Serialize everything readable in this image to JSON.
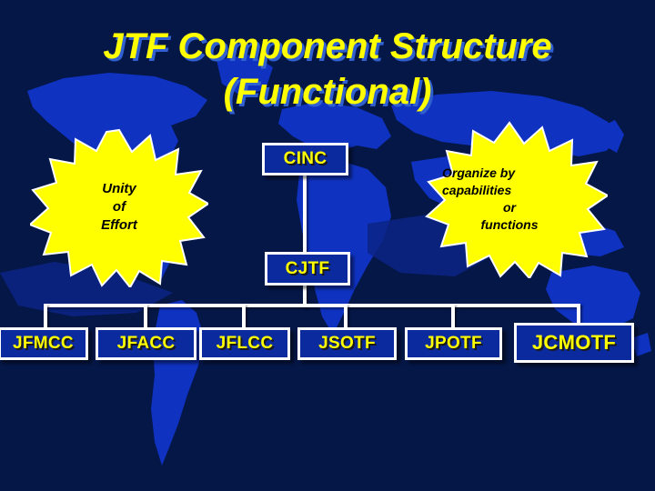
{
  "slide": {
    "title_lines": [
      "JTF Component Structure",
      "(Functional)"
    ],
    "background_color": "#051747",
    "land_color": "#1034c8",
    "accent_text_color": "#ffff00",
    "box_fill_color": "#0a2a9e",
    "burst_fill_color": "#ffff00"
  },
  "org_chart": {
    "top": {
      "label": "CINC"
    },
    "second": {
      "label": "CJTF"
    },
    "components": [
      {
        "label": "JFMCC"
      },
      {
        "label": "JFACC"
      },
      {
        "label": "JFLCC"
      },
      {
        "label": "JSOTF"
      },
      {
        "label": "JPOTF"
      },
      {
        "label": "JCMOTF"
      }
    ]
  },
  "callouts": {
    "left": {
      "lines": [
        "Unity",
        "of",
        "Effort"
      ]
    },
    "right": {
      "lines": [
        "Organize by",
        "capabilities",
        "or",
        "functions"
      ]
    }
  }
}
